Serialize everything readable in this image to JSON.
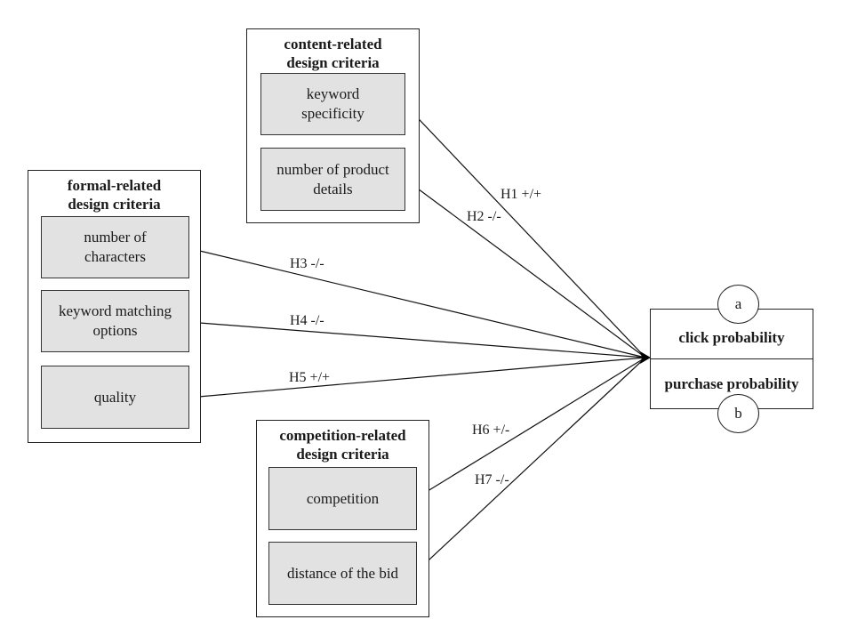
{
  "groups": {
    "content": {
      "title_line1": "content-related",
      "title_line2": "design criteria",
      "items": [
        "keyword specificity",
        "number of product details"
      ]
    },
    "formal": {
      "title_line1": "formal-related",
      "title_line2": "design criteria",
      "items": [
        "number of characters",
        "keyword matching options",
        "quality"
      ]
    },
    "competition": {
      "title_line1": "competition-related",
      "title_line2": "design criteria",
      "items": [
        "competition",
        "distance of the bid"
      ]
    }
  },
  "hypotheses": [
    {
      "id": "H1",
      "label": "H1 +/+",
      "from": "keyword specificity"
    },
    {
      "id": "H2",
      "label": "H2 -/-",
      "from": "number of product details"
    },
    {
      "id": "H3",
      "label": "H3 -/-",
      "from": "number of characters"
    },
    {
      "id": "H4",
      "label": "H4 -/-",
      "from": "keyword matching options"
    },
    {
      "id": "H5",
      "label": "H5 +/+",
      "from": "quality"
    },
    {
      "id": "H6",
      "label": "H6 +/-",
      "from": "competition"
    },
    {
      "id": "H7",
      "label": "H7 -/-",
      "from": "distance of the bid"
    }
  ],
  "outcome": {
    "top": "click probability",
    "bottom": "purchase probability",
    "marker_a": "a",
    "marker_b": "b"
  }
}
